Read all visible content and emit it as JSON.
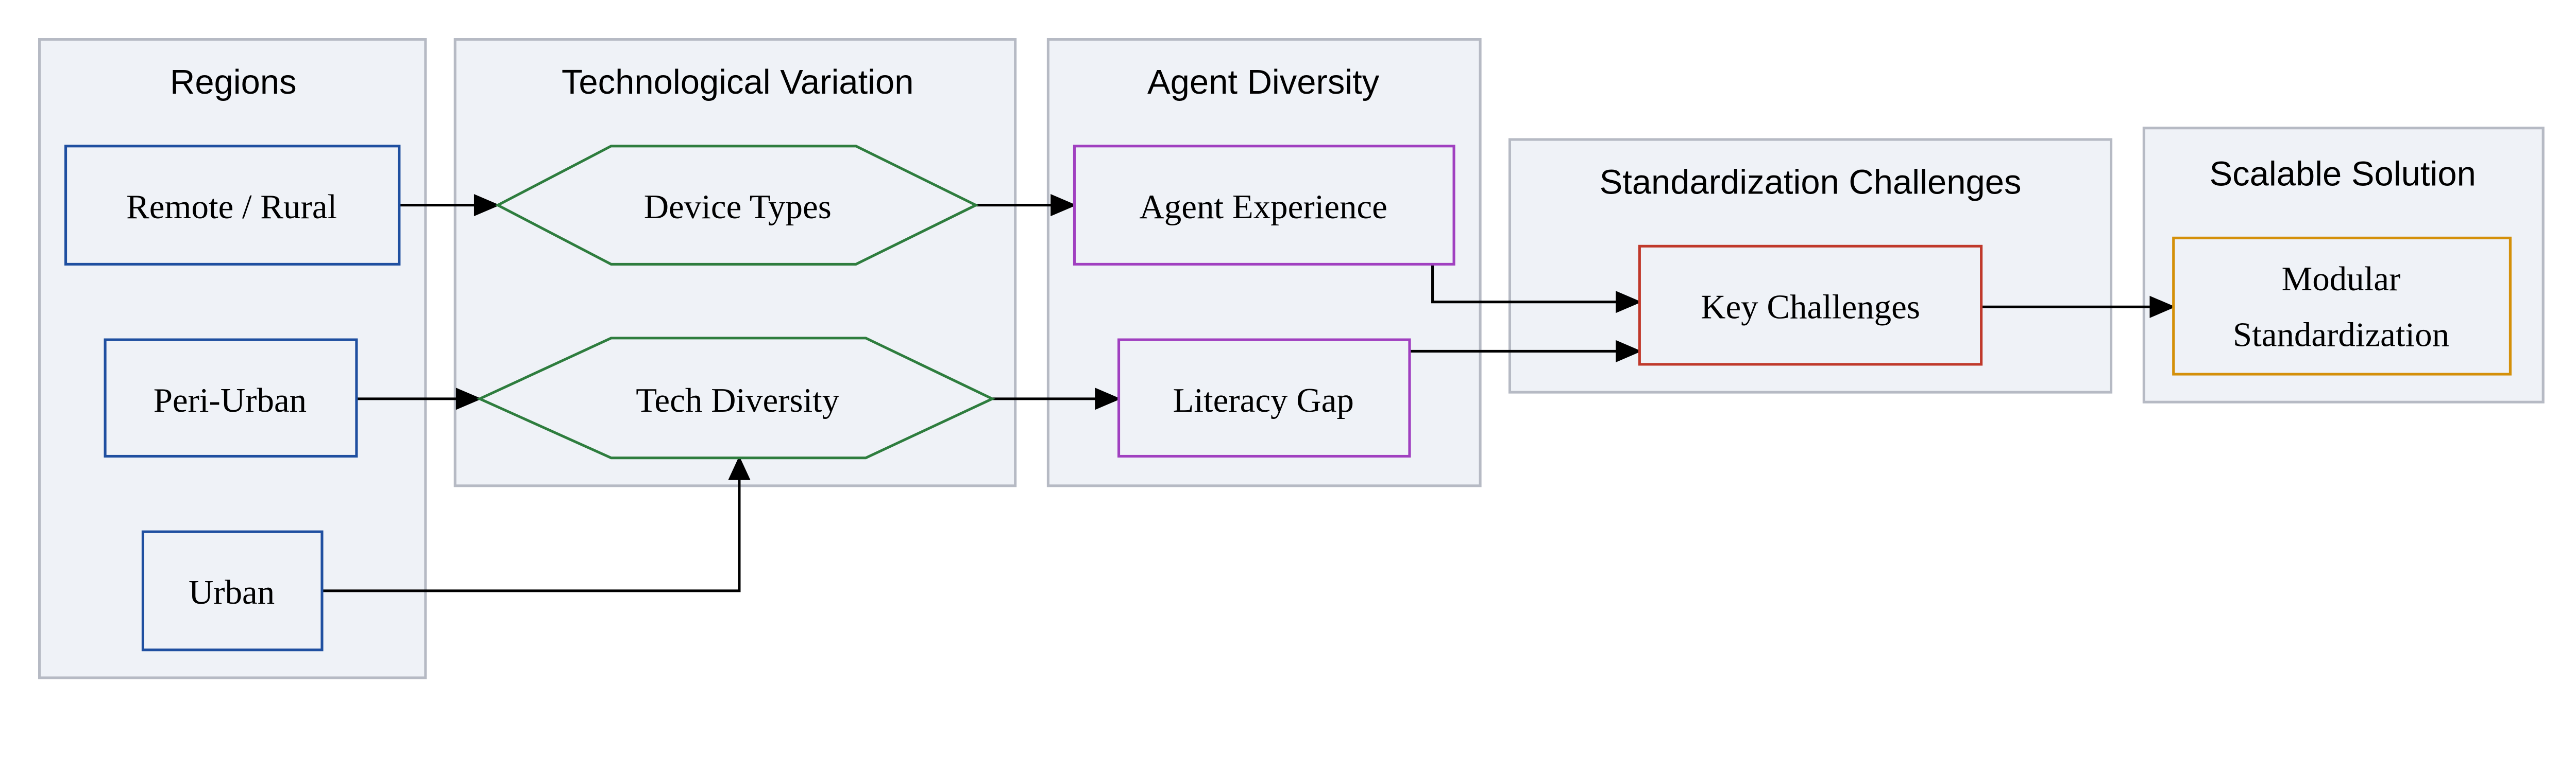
{
  "clusters": {
    "regions": "Regions",
    "tech": "Technological Variation",
    "agent": "Agent Diversity",
    "challenges": "Standardization Challenges",
    "solution": "Scalable Solution"
  },
  "nodes": {
    "remote": "Remote / Rural",
    "peri": "Peri-Urban",
    "urban": "Urban",
    "device": "Device Types",
    "techdiv": "Tech Diversity",
    "agentexp": "Agent Experience",
    "literacy": "Literacy Gap",
    "key": "Key Challenges",
    "modular_1": "Modular",
    "modular_2": "Standardization"
  },
  "colors": {
    "cluster_fill": "#eff2f7",
    "cluster_border": "#b6bac4",
    "regions": "#1f4fa0",
    "tech": "#2e7d3e",
    "agent": "#a040c0",
    "challenges": "#c0392b",
    "solution": "#d4900a"
  }
}
